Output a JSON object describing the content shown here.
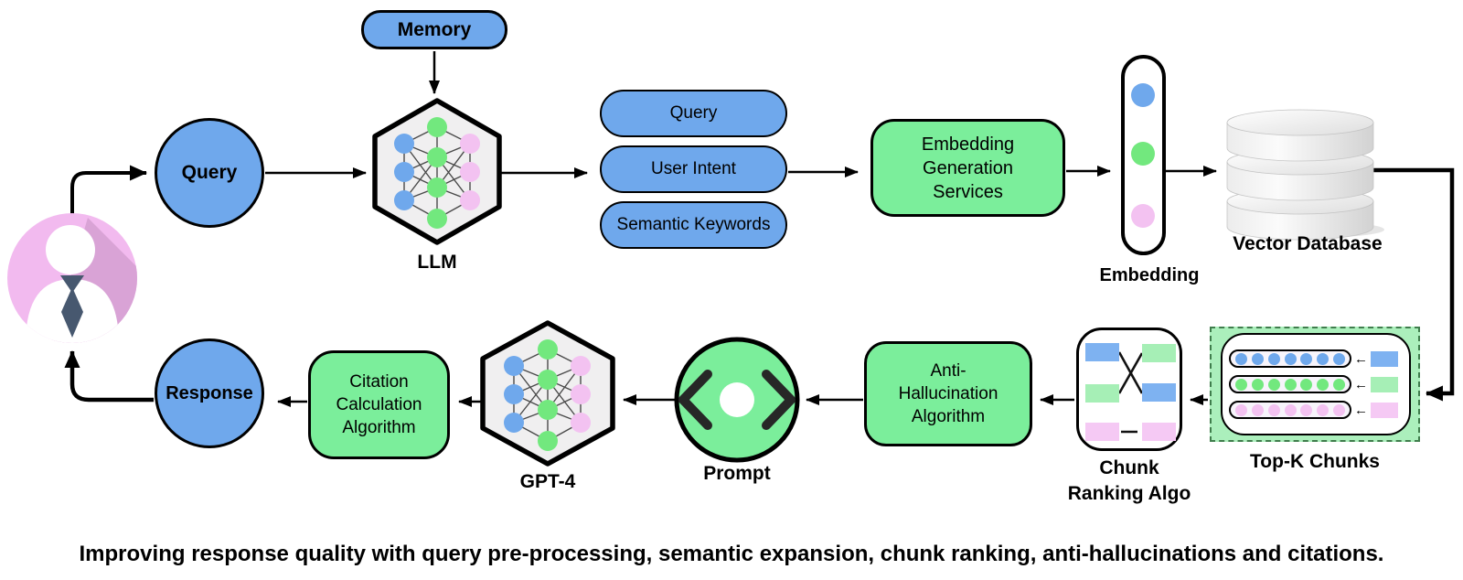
{
  "diagram": {
    "memory": "Memory",
    "query": "Query",
    "llm": "LLM",
    "expansion": [
      "Query",
      "User Intent",
      "Semantic Keywords"
    ],
    "egs": [
      "Embedding",
      "Generation",
      "Services"
    ],
    "embedding": "Embedding",
    "vector_db": "Vector Database",
    "topk": "Top-K Chunks",
    "chunk_ranking": [
      "Chunk",
      "Ranking Algo"
    ],
    "anti_hallucination": [
      "Anti-",
      "Hallucination",
      "Algorithm"
    ],
    "prompt": "Prompt",
    "gpt4": "GPT-4",
    "citation": [
      "Citation",
      "Calculation",
      "Algorithm"
    ],
    "response": "Response"
  },
  "caption": "Improving response quality with query pre-processing, semantic expansion, chunk ranking, anti-hallucinations and citations.",
  "icons": {
    "user": "user-avatar-icon",
    "llm": "neural-network-icon",
    "gpt4": "neural-network-icon",
    "vector_db": "database-cylinders-icon",
    "embedding": "vector-dots-capsule-icon",
    "prompt": "code-brackets-icon",
    "chunk_ranking": "swap-compare-icon",
    "topk": "chunk-vector-rows-icon"
  },
  "colors": {
    "blue": "#6FA8EC",
    "green": "#7BEE9B",
    "light_green": "#ABEFBC",
    "chunk_blue": "#7EB2F1",
    "chunk_green": "#A6EFB6",
    "chunk_pink": "#F5C9F4",
    "node_green": "#72E87E",
    "node_pink": "#F3C2F1",
    "hex_fill": "#F0EFF0",
    "user_pink": "#F2BAEF",
    "user_shadow": "#D9A3D6",
    "tie": "#47586F",
    "dash_border": "#3F7D4C",
    "line": "#000000"
  }
}
